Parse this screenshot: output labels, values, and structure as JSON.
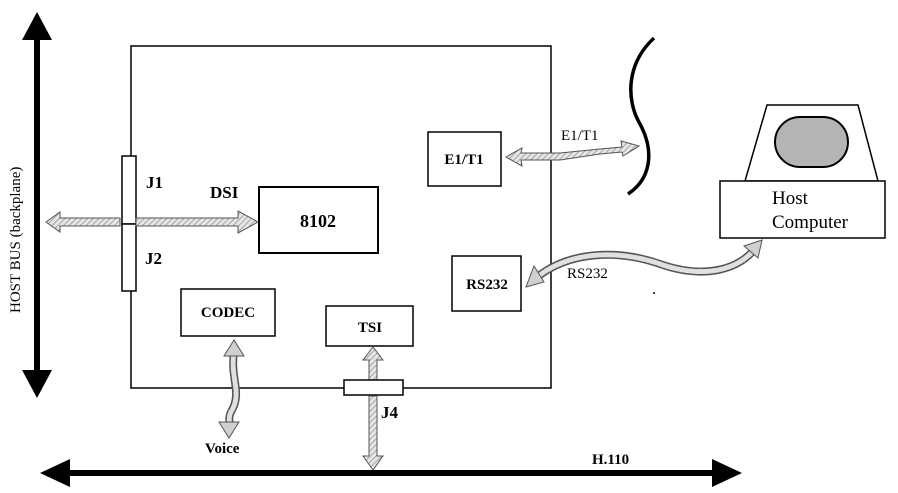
{
  "labels": {
    "host_bus": "HOST BUS (backplane)",
    "j1": "J1",
    "j2": "J2",
    "dsi": "DSI",
    "chip": "8102",
    "e1t1_block": "E1/T1",
    "e1t1_line": "E1/T1",
    "rs232_block": "RS232",
    "rs232_line": "RS232",
    "codec": "CODEC",
    "tsi": "TSI",
    "j4": "J4",
    "voice": "Voice",
    "h110": "H.110",
    "host_computer_line1": "Host",
    "host_computer_line2": "Computer"
  },
  "colors": {
    "line": "#000000",
    "bus_arrow": "#000000",
    "hatched_arrow_fill": "#d0d0d0",
    "monitor_screen": "#b4b4b4"
  }
}
